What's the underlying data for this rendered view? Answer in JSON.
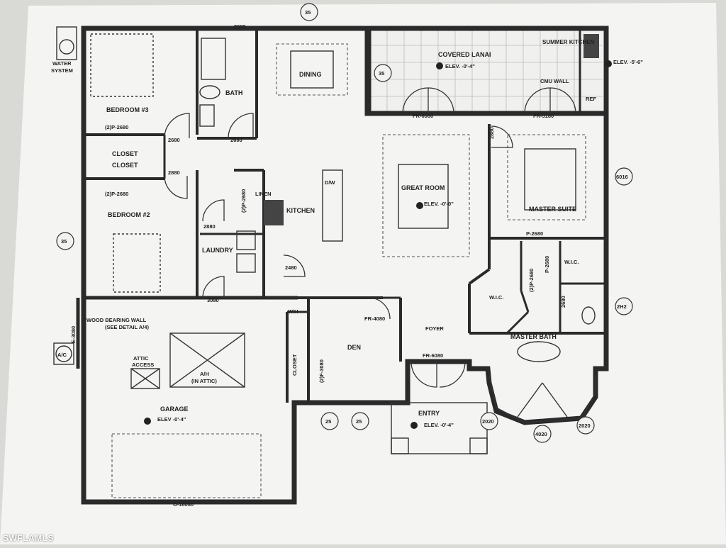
{
  "rooms": {
    "bedroom3": "BEDROOM #3",
    "bath": "BATH",
    "dining": "DINING",
    "covered_lanai": "COVERED LANAI",
    "lanai_elev": "ELEV. -0'-4\"",
    "summer_kitchen": "SUMMER KITCHEN",
    "summer_elev": "ELEV. -5'-6\"",
    "cmu_wall": "CMU WALL",
    "ref": "REF",
    "closet_top": "CLOSET",
    "closet_bottom": "CLOSET",
    "bedroom2": "BEDROOM #2",
    "linen": "LINEN",
    "kitchen": "KITCHEN",
    "dw": "D/W",
    "great_room": "GREAT ROOM",
    "great_elev": "ELEV. -0'-0\"",
    "master_suite": "MASTER SUITE",
    "laundry": "LAUNDRY",
    "wic_left": "W.I.C.",
    "wic_right": "W.I.C.",
    "wh": "W/H",
    "load_wall_1": "WOOD BEARING WALL",
    "load_wall_2": "(SEE DETAIL A/4)",
    "foyer": "FOYER",
    "den": "DEN",
    "closet_den": "CLOSET",
    "master_bath": "MASTER BATH",
    "attic_1": "ATTIC",
    "attic_2": "ACCESS",
    "ah_1": "A/H",
    "ah_2": "(IN ATTIC)",
    "garage": "GARAGE",
    "garage_elev": "ELEV -0'-4\"",
    "entry": "ENTRY",
    "entry_elev": "ELEV. -0'-4\"",
    "water_1": "WATER",
    "water_2": "SYSTEM",
    "ac": "A/C"
  },
  "doors": {
    "d_top": "2080",
    "d_bp1": "(2)P-2680",
    "d_bp2": "(2)P-2680",
    "d_b3": "2680",
    "d_bath": "2680",
    "d_b2": "2880",
    "d_linen": "(2)P-2680",
    "d_laundry": "2880",
    "d_2480": "2480",
    "d_3080": "3080",
    "d_fr_lanai1": "FR-6080",
    "d_fr_lanai2": "FR-5180",
    "d_master": "2880",
    "d_p2680": "P-2680",
    "d_wic1": "(2)P-2680",
    "d_wic2": "P-2680",
    "d_mbath": "2680",
    "d_fr4080": "FR-4080",
    "d_fr6080": "FR-6080",
    "d_e3080": "E-3080",
    "d_den": "(2)F-3080",
    "d_garage": "O-16080"
  },
  "markers": {
    "m35": "35",
    "m6016": "6016",
    "m_left": "35",
    "m_ng": "2H2",
    "m25a": "25",
    "m25b": "25",
    "m2020a": "2020",
    "m4020": "4020",
    "m2020b": "2020",
    "m_top": "35"
  },
  "watermark": "SWFLAMLS"
}
